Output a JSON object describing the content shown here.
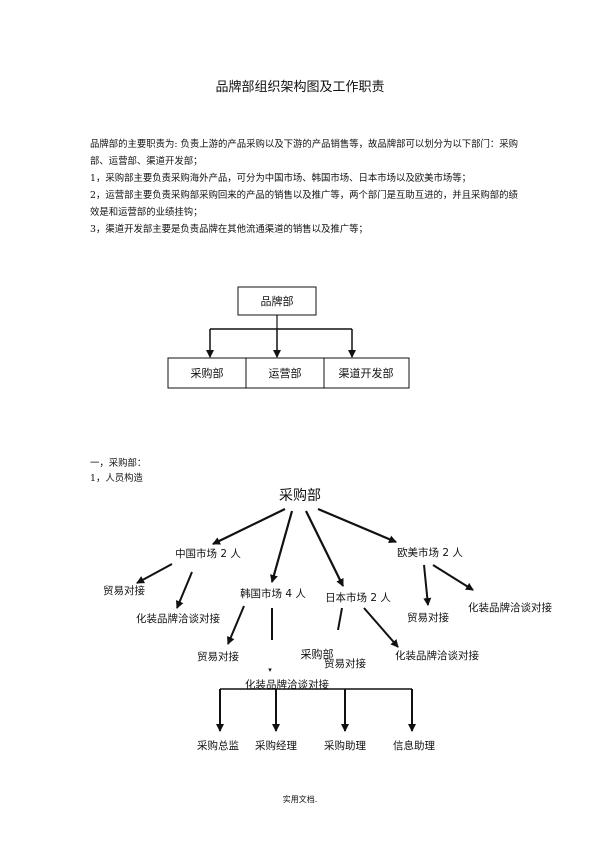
{
  "document": {
    "title": "品牌部组织架构图及工作职责",
    "intro": [
      "品牌部的主要职责为: 负责上游的产品采购以及下游的产品销售等，故品牌部可以划分为以下部门：采购部、运营部、渠道开发部；",
      "1，采购部主要负责采购海外产品，可分为中国市场、韩国市场、日本市场以及欧美市场等；",
      "2，运营部主要负责采购部采购回来的产品的销售以及推广等，两个部门是互助互进的，并且采购部的绩效是和运营部的业绩挂钩；",
      "3，渠道开发部主要是负责品牌在其他流通渠道的销售以及推广等；"
    ],
    "section_heading": "一，采购部：",
    "sub_heading": "1，人员构造",
    "footer": "实用文档."
  },
  "org_chart": {
    "root": "品牌部",
    "children": [
      "采购部",
      "运营部",
      "渠道开发部"
    ]
  },
  "staff_chart": {
    "root": "采购部",
    "markets": {
      "china": "中国市场 2 人",
      "korea": "韩国市场 4 人",
      "japan": "日本市场 2 人",
      "euro": "欧美市场 2 人"
    },
    "china_trade": "贸易对接",
    "china_cosmetics": "化装品牌洽谈对接",
    "korea_trade": "贸易对接",
    "korea_cosmetics": "化装品牌洽谈对接",
    "japan_trade": "贸易对接",
    "japan_cosmetics": "化装品牌洽谈对接",
    "euro_trade": "贸易对接",
    "euro_cosmetics": "化装品牌洽谈对接",
    "sub_root": "采购部",
    "roles": [
      "采购总监",
      "采购经理",
      "采购助理",
      "信息助理"
    ]
  }
}
